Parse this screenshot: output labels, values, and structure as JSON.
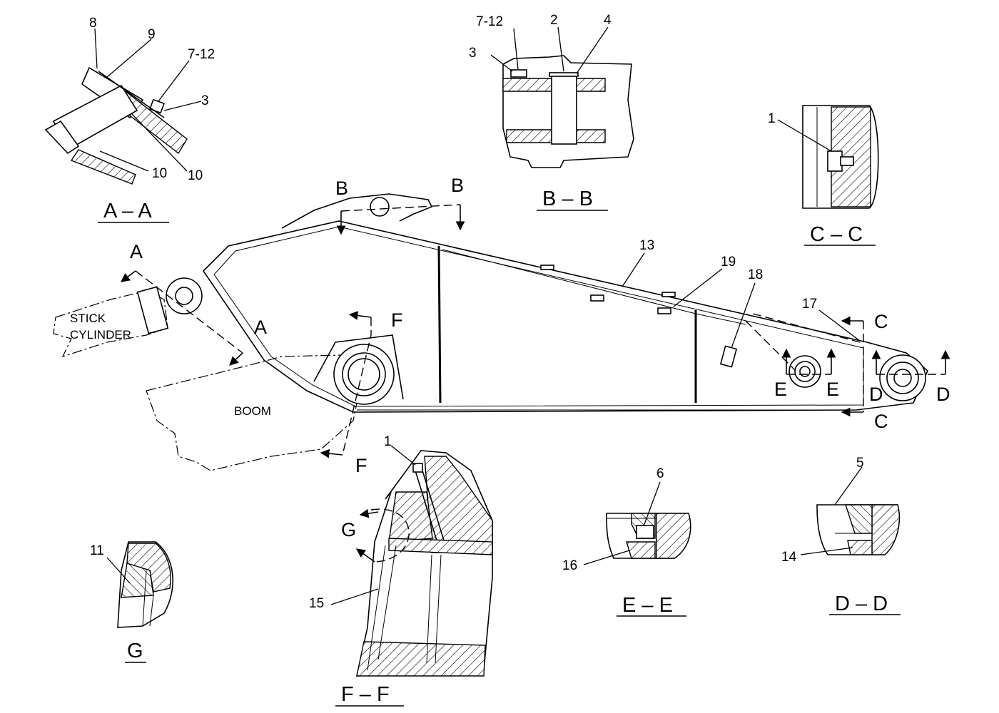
{
  "labels": {
    "stick_cylinder_1": "STICK",
    "stick_cylinder_2": "CYLINDER",
    "boom": "BOOM"
  },
  "section_letters": {
    "a": "A",
    "b": "B",
    "c": "C",
    "d": "D",
    "e": "E",
    "f": "F",
    "g": "G"
  },
  "view_titles": {
    "aa": "A – A",
    "bb": "B – B",
    "cc": "C – C",
    "dd": "D – D",
    "ee": "E – E",
    "ff": "F – F",
    "g": "G"
  },
  "callouts": {
    "aa_8": "8",
    "aa_9": "9",
    "aa_7_12": "7-12",
    "aa_3": "3",
    "aa_10a": "10",
    "aa_10b": "10",
    "bb_7_12": "7-12",
    "bb_2": "2",
    "bb_4": "4",
    "bb_3": "3",
    "cc_1": "1",
    "main_13": "13",
    "main_19": "19",
    "main_18": "18",
    "main_17": "17",
    "ff_1": "1",
    "ff_15": "15",
    "g_11": "11",
    "ee_6": "6",
    "ee_16": "16",
    "dd_5": "5",
    "dd_14": "14"
  }
}
